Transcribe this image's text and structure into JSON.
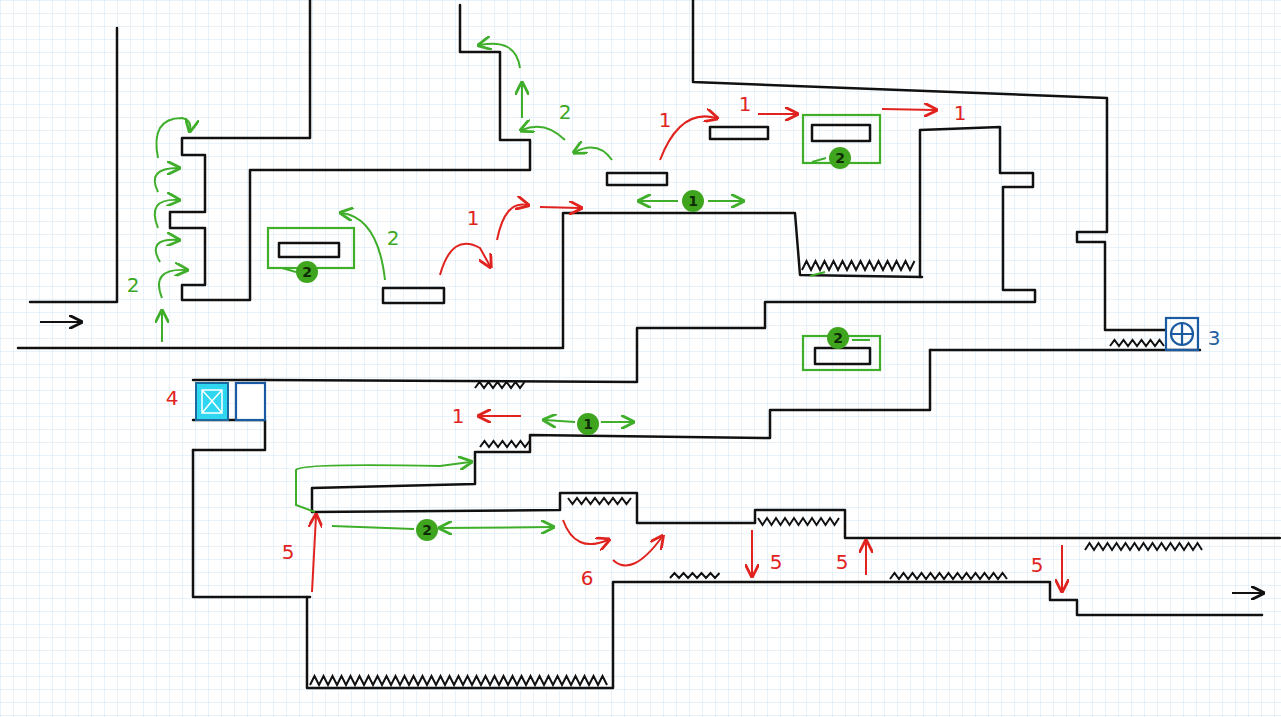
{
  "diagram": {
    "nodes": [
      {
        "text": [
          "2"
        ]
      },
      {
        "text": [
          "1"
        ]
      },
      {
        "text": [
          "2"
        ]
      },
      {
        "text": [
          "2"
        ]
      },
      {
        "text": [
          "1"
        ]
      },
      {
        "text": [
          "2"
        ]
      }
    ],
    "labels": [
      "1",
      "1",
      "2",
      "1",
      "1",
      "2",
      "2",
      "3",
      "4",
      "1",
      "5",
      "5",
      "5",
      "5",
      "6"
    ]
  }
}
